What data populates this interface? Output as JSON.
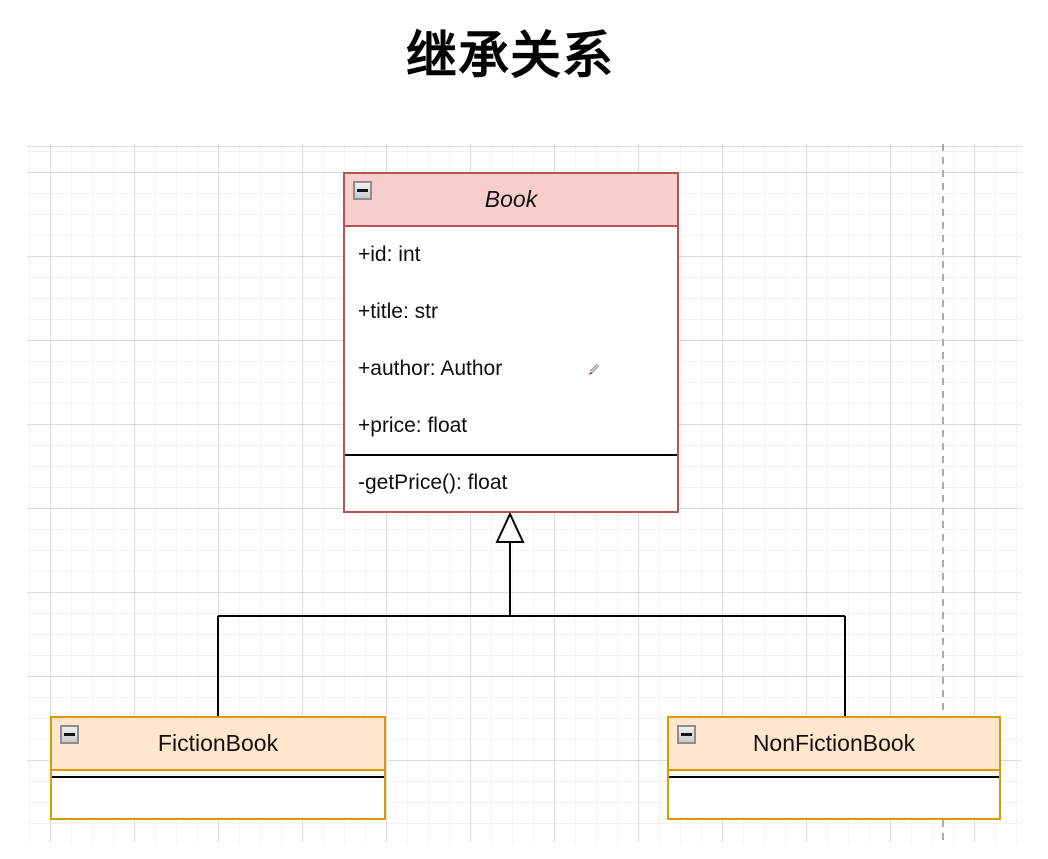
{
  "page": {
    "title": "继承关系"
  },
  "canvas": {
    "grid": "on",
    "page_boundary": "vertical-dashed-line",
    "grid_minor_color": "#f2f2f2",
    "grid_major_color": "#dbdbdb"
  },
  "classes": {
    "book": {
      "name": "Book",
      "stereotype": "abstract",
      "attributes": [
        "+id: int",
        "+title: str",
        "+author: Author",
        "+price: float"
      ],
      "methods": [
        "-getPrice(): float"
      ],
      "fill": "#f8cecc",
      "stroke": "#b85450"
    },
    "fiction": {
      "name": "FictionBook",
      "attributes": [],
      "methods": [],
      "fill": "#ffe6cc",
      "stroke": "#d79b00"
    },
    "nonfiction": {
      "name": "NonFictionBook",
      "attributes": [],
      "methods": [],
      "fill": "#ffe6cc",
      "stroke": "#d79b00"
    }
  },
  "relations": [
    {
      "type": "inheritance",
      "from": "FictionBook",
      "to": "Book",
      "marker": "hollow-triangle"
    },
    {
      "type": "inheritance",
      "from": "NonFictionBook",
      "to": "Book",
      "marker": "hollow-triangle"
    }
  ],
  "icons": {
    "collapse": "minus-square",
    "cursor": "pencil"
  }
}
